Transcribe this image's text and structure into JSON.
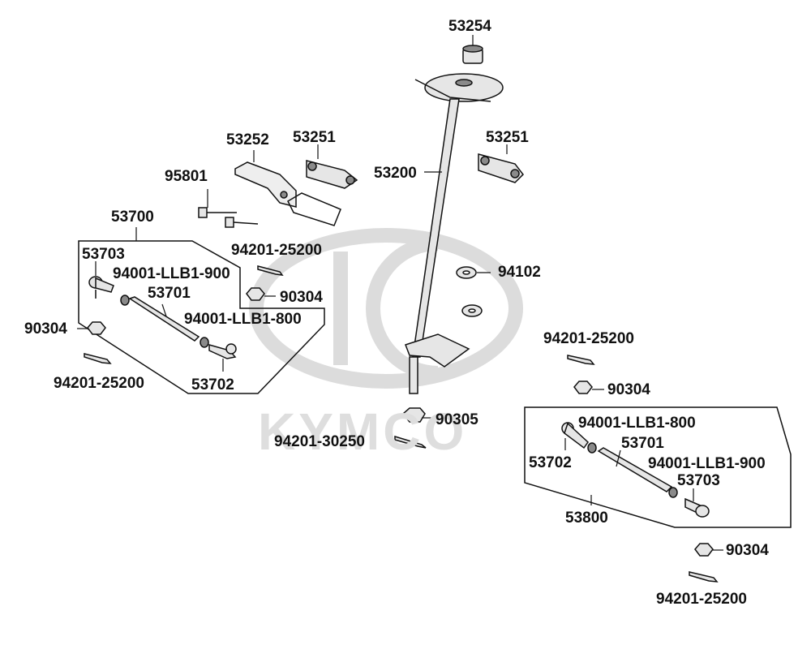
{
  "watermark": {
    "brand": "KYMCO"
  },
  "colors": {
    "line": "#111111",
    "part_fill": "#e6e6e6",
    "part_dark": "#8a8a8a",
    "watermark": "#dcdcdc"
  },
  "labels": {
    "l53254": "53254",
    "l53252": "53252",
    "l53251a": "53251",
    "l53251b": "53251",
    "l53200": "53200",
    "l95801": "95801",
    "l53700": "53700",
    "l94201_25200a": "94201-25200",
    "l53703a": "53703",
    "l94001_900a": "94001-LLB1-900",
    "l90304a": "90304",
    "l53701a": "53701",
    "l94001_800a": "94001-LLB1-800",
    "l90304b": "90304",
    "l94201_25200b": "94201-25200",
    "l53702a": "53702",
    "l94102": "94102",
    "l94201_25200c": "94201-25200",
    "l90304c": "90304",
    "l90305": "90305",
    "l94201_30250": "94201-30250",
    "l94001_800b": "94001-LLB1-800",
    "l53702b": "53702",
    "l53701b": "53701",
    "l94001_900b": "94001-LLB1-900",
    "l53703b": "53703",
    "l53800": "53800",
    "l90304d": "90304",
    "l94201_25200d": "94201-25200"
  }
}
